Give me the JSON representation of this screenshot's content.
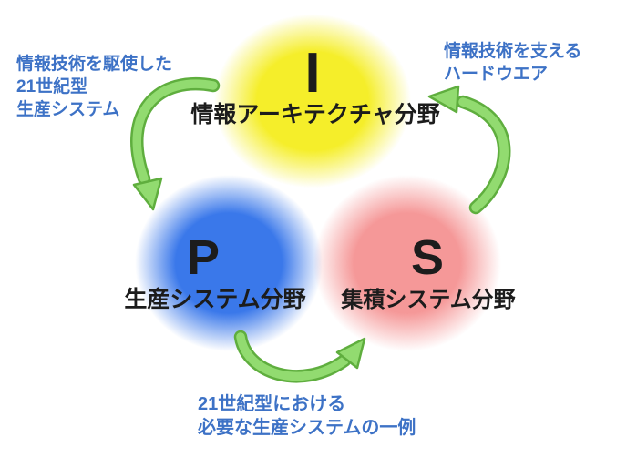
{
  "diagram": {
    "background_color": "#ffffff",
    "label_color": "#1c1c1c",
    "annotation_color": "#3d72c6",
    "arrow": {
      "fill": "#92db70",
      "outline": "#5fae3e"
    },
    "circles": [
      {
        "id": "information",
        "letter": "I",
        "label": "情報アーキテクチャ分野",
        "color": "#f5ee2a"
      },
      {
        "id": "production",
        "letter": "P",
        "label": "生産システム分野",
        "color": "#3a78ea"
      },
      {
        "id": "integration",
        "letter": "S",
        "label": "集積システム分野",
        "color": "#f59898"
      }
    ],
    "annotations": {
      "left": {
        "lines": [
          "情報技術を駆使した",
          "21世紀型",
          "生産システム"
        ]
      },
      "right": {
        "lines": [
          "情報技術を支える",
          "ハードウエア"
        ]
      },
      "bottom": {
        "lines": [
          "21世紀型における",
          "必要な生産システムの一例"
        ]
      }
    }
  }
}
